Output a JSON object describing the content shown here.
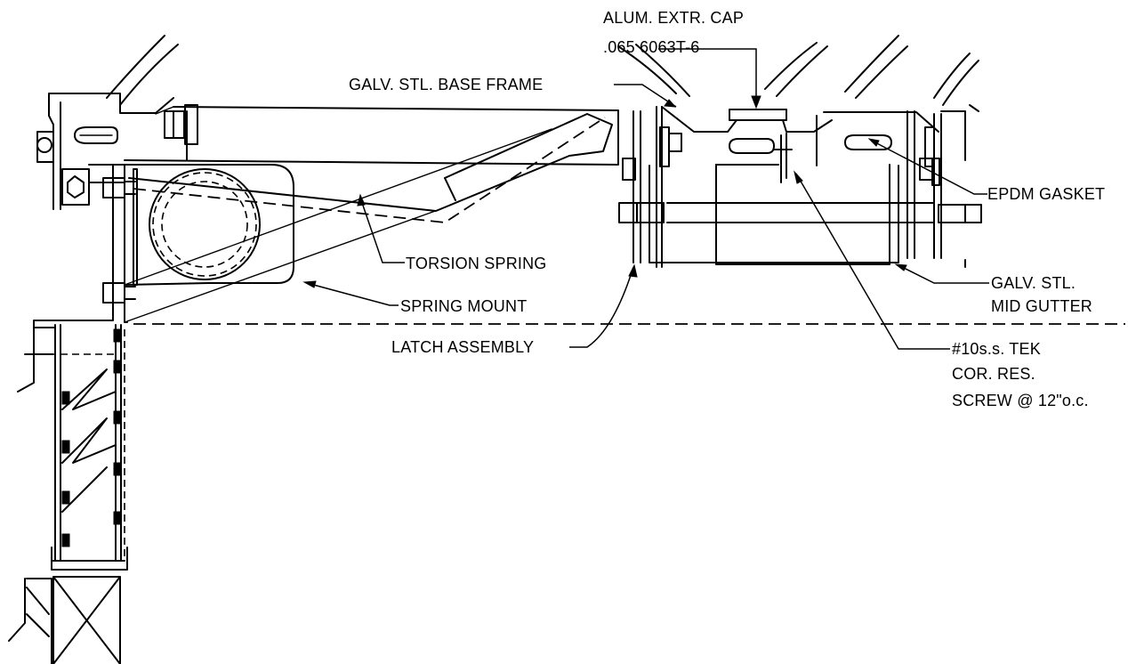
{
  "labels": {
    "cap_line1": "ALUM. EXTR. CAP",
    "cap_line2": ".065 6063T-6",
    "base_frame": "GALV. STL. BASE FRAME",
    "epdm_gasket": "EPDM GASKET",
    "torsion_spring": "TORSION SPRING",
    "spring_mount": "SPRING MOUNT",
    "mid_gutter_line1": "GALV. STL.",
    "mid_gutter_line2": "MID GUTTER",
    "latch_assembly": "LATCH ASSEMBLY",
    "screw_line1": "#10s.s. TEK",
    "screw_line2": "COR. RES.",
    "screw_line3": "SCREW @ 12\"o.c."
  }
}
